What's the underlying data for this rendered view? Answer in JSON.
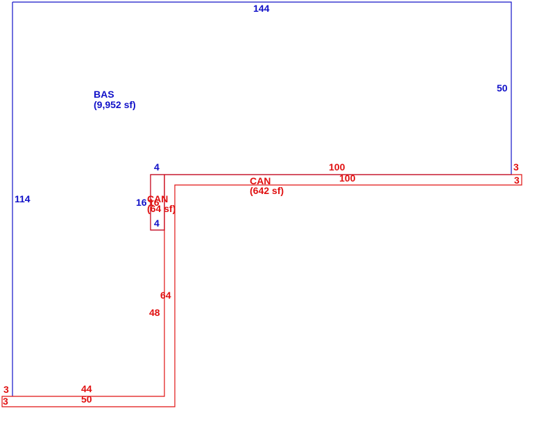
{
  "colors": {
    "bas": "#1010c8",
    "can": "#e01010"
  },
  "areas": {
    "bas": {
      "code": "BAS",
      "area": "(9,952 sf)"
    },
    "can_main": {
      "code": "CAN",
      "area": "(642 sf)"
    },
    "can_small": {
      "code": "CAN",
      "area": "(64 sf)"
    }
  },
  "dims": {
    "bas_top": "144",
    "bas_right": "50",
    "bas_left": "114",
    "notch_top": "4",
    "notch_side": "16",
    "notch_bottom": "4",
    "can_outer_top": "100",
    "can_inner_top": "100",
    "can_right_end_upper": "3",
    "can_right_end_lower": "3",
    "can_small_side": "16",
    "can_vertical_outer": "64",
    "can_vertical_inner": "48",
    "can_bottom_inner": "44",
    "can_bottom_outer": "50",
    "can_left_end_upper": "3",
    "can_left_end_lower": "3"
  }
}
